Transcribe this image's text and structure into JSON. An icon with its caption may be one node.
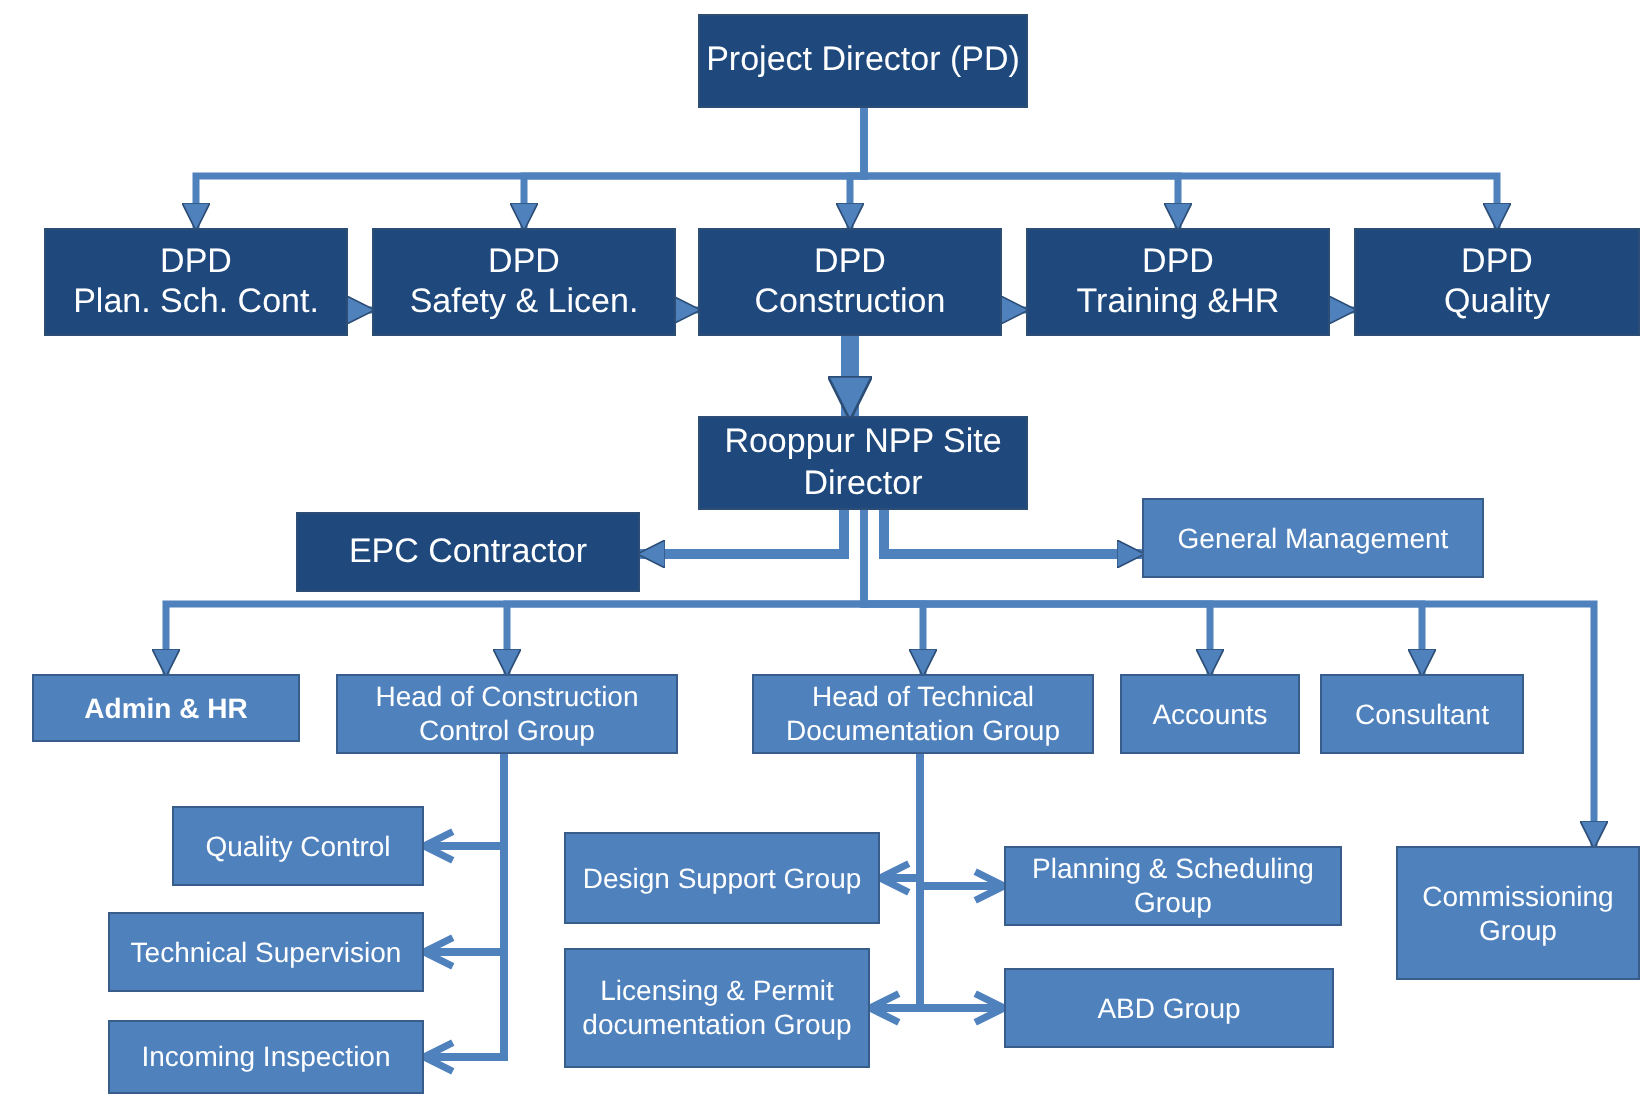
{
  "diagram": {
    "nodes": [
      {
        "text": [
          "Project Director (PD)"
        ]
      },
      {
        "text": [
          "DPD",
          "Plan. Sch. Cont."
        ]
      },
      {
        "text": [
          "DPD",
          "Safety & Licen."
        ]
      },
      {
        "text": [
          "DPD",
          "Construction"
        ]
      },
      {
        "text": [
          "DPD",
          "Training &HR"
        ]
      },
      {
        "text": [
          "DPD",
          "Quality"
        ]
      },
      {
        "text": [
          "Rooppur NPP Site Director"
        ]
      },
      {
        "text": [
          "EPC Contractor"
        ]
      },
      {
        "text": [
          "General Management"
        ]
      },
      {
        "text": [
          "Admin & HR"
        ]
      },
      {
        "text": [
          "Head of Construction Control Group"
        ]
      },
      {
        "text": [
          "Head of Technical Documentation Group"
        ]
      },
      {
        "text": [
          "Accounts"
        ]
      },
      {
        "text": [
          "Consultant"
        ]
      },
      {
        "text": [
          "Quality Control"
        ]
      },
      {
        "text": [
          "Technical Supervision"
        ]
      },
      {
        "text": [
          "Incoming Inspection"
        ]
      },
      {
        "text": [
          "Design Support Group"
        ]
      },
      {
        "text": [
          "Planning & Scheduling Group"
        ]
      },
      {
        "text": [
          "Licensing & Permit documentation Group"
        ]
      },
      {
        "text": [
          "ABD Group"
        ]
      },
      {
        "text": [
          "Commissioning Group"
        ]
      }
    ],
    "edges": [
      {
        "from": 0,
        "to": 1,
        "arrow": "to"
      },
      {
        "from": 0,
        "to": 2,
        "arrow": "to"
      },
      {
        "from": 0,
        "to": 3,
        "arrow": "to"
      },
      {
        "from": 0,
        "to": 4,
        "arrow": "to"
      },
      {
        "from": 0,
        "to": 5,
        "arrow": "to"
      },
      {
        "from": 1,
        "to": 2,
        "arrow": "to"
      },
      {
        "from": 2,
        "to": 3,
        "arrow": "to"
      },
      {
        "from": 3,
        "to": 4,
        "arrow": "to"
      },
      {
        "from": 4,
        "to": 5,
        "arrow": "to"
      },
      {
        "from": 3,
        "to": 6,
        "arrow": "to",
        "style": "thick"
      },
      {
        "from": 6,
        "to": 7,
        "arrow": "to"
      },
      {
        "from": 6,
        "to": 8,
        "arrow": "to"
      },
      {
        "from": 6,
        "to": 9,
        "arrow": "to"
      },
      {
        "from": 6,
        "to": 10,
        "arrow": "to"
      },
      {
        "from": 6,
        "to": 11,
        "arrow": "to"
      },
      {
        "from": 6,
        "to": 12,
        "arrow": "to"
      },
      {
        "from": 6,
        "to": 13,
        "arrow": "to"
      },
      {
        "from": 6,
        "to": 21,
        "arrow": "to"
      },
      {
        "from": 10,
        "to": 14,
        "arrow": "to"
      },
      {
        "from": 10,
        "to": 15,
        "arrow": "to"
      },
      {
        "from": 10,
        "to": 16,
        "arrow": "to"
      },
      {
        "from": 11,
        "to": 17,
        "arrow": "to"
      },
      {
        "from": 11,
        "to": 18,
        "arrow": "to"
      },
      {
        "from": 11,
        "to": 19,
        "arrow": "to"
      },
      {
        "from": 11,
        "to": 20,
        "arrow": "to"
      }
    ]
  }
}
